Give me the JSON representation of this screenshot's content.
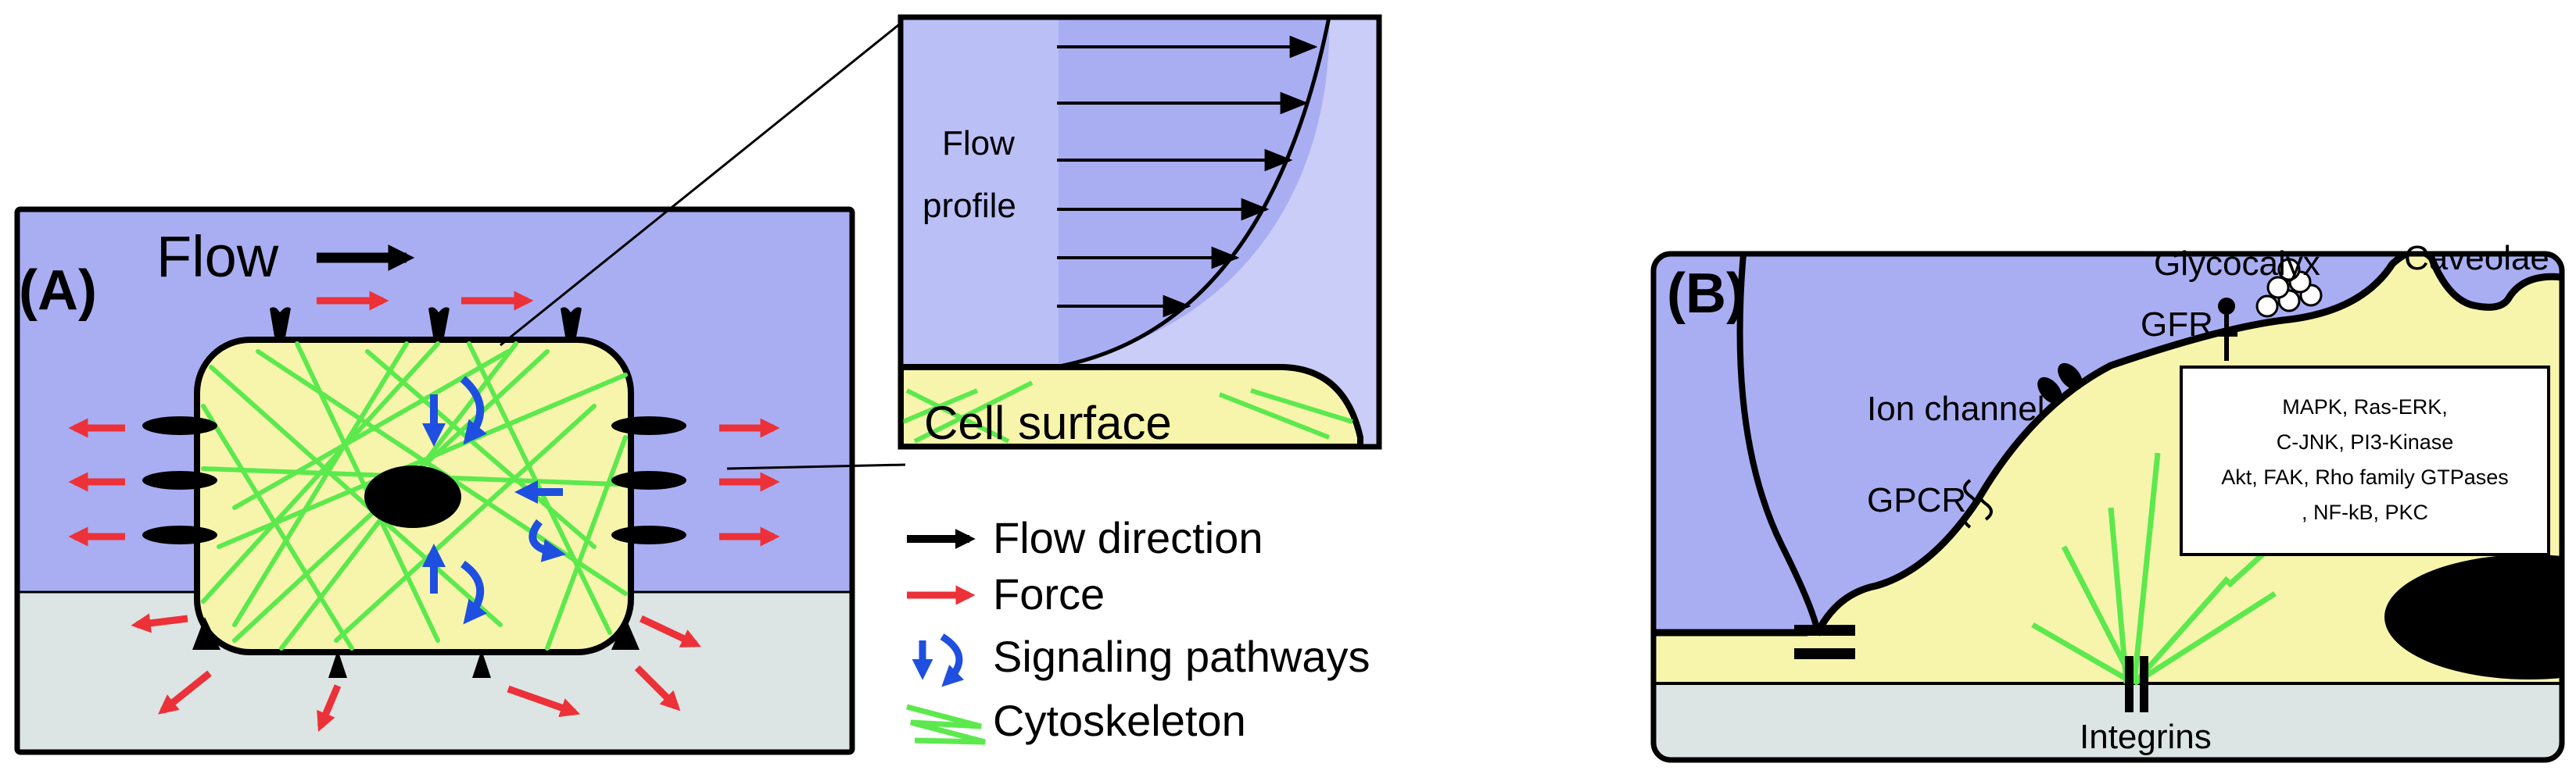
{
  "panel_a": {
    "label": "(A)",
    "flow_label": "Flow",
    "inset": {
      "profile_line1": "Flow",
      "profile_line2": "profile",
      "surface_label": "Cell surface"
    },
    "legend": [
      {
        "key": "flow",
        "label": "Flow direction"
      },
      {
        "key": "force",
        "label": "Force"
      },
      {
        "key": "signal",
        "label": "Signaling pathways"
      },
      {
        "key": "cyto",
        "label": "Cytoskeleton"
      }
    ]
  },
  "panel_b": {
    "label": "(B)",
    "labels": {
      "caveolae": "Caveolae",
      "glycocalyx": "Glycocalyx",
      "gfr": "GFR",
      "ion_channel": "Ion channel",
      "gpcr": "GPCR",
      "integrins": "Integrins"
    },
    "box_lines": [
      "MAPK, Ras-ERK,",
      "C-JNK, PI3-Kinase",
      "Akt, FAK, Rho family GTPases",
      ", NF-kB, PKC"
    ]
  },
  "colors": {
    "flow_blue": "#A9AEF3",
    "inset_light": "#C9CDF7",
    "cell_yellow": "#F7F5AC",
    "substrate_gray": "#DCE4E4",
    "force_red": "#EC3138",
    "cyto_green": "#5CE94D",
    "signal_blue": "#1F4FE0"
  }
}
